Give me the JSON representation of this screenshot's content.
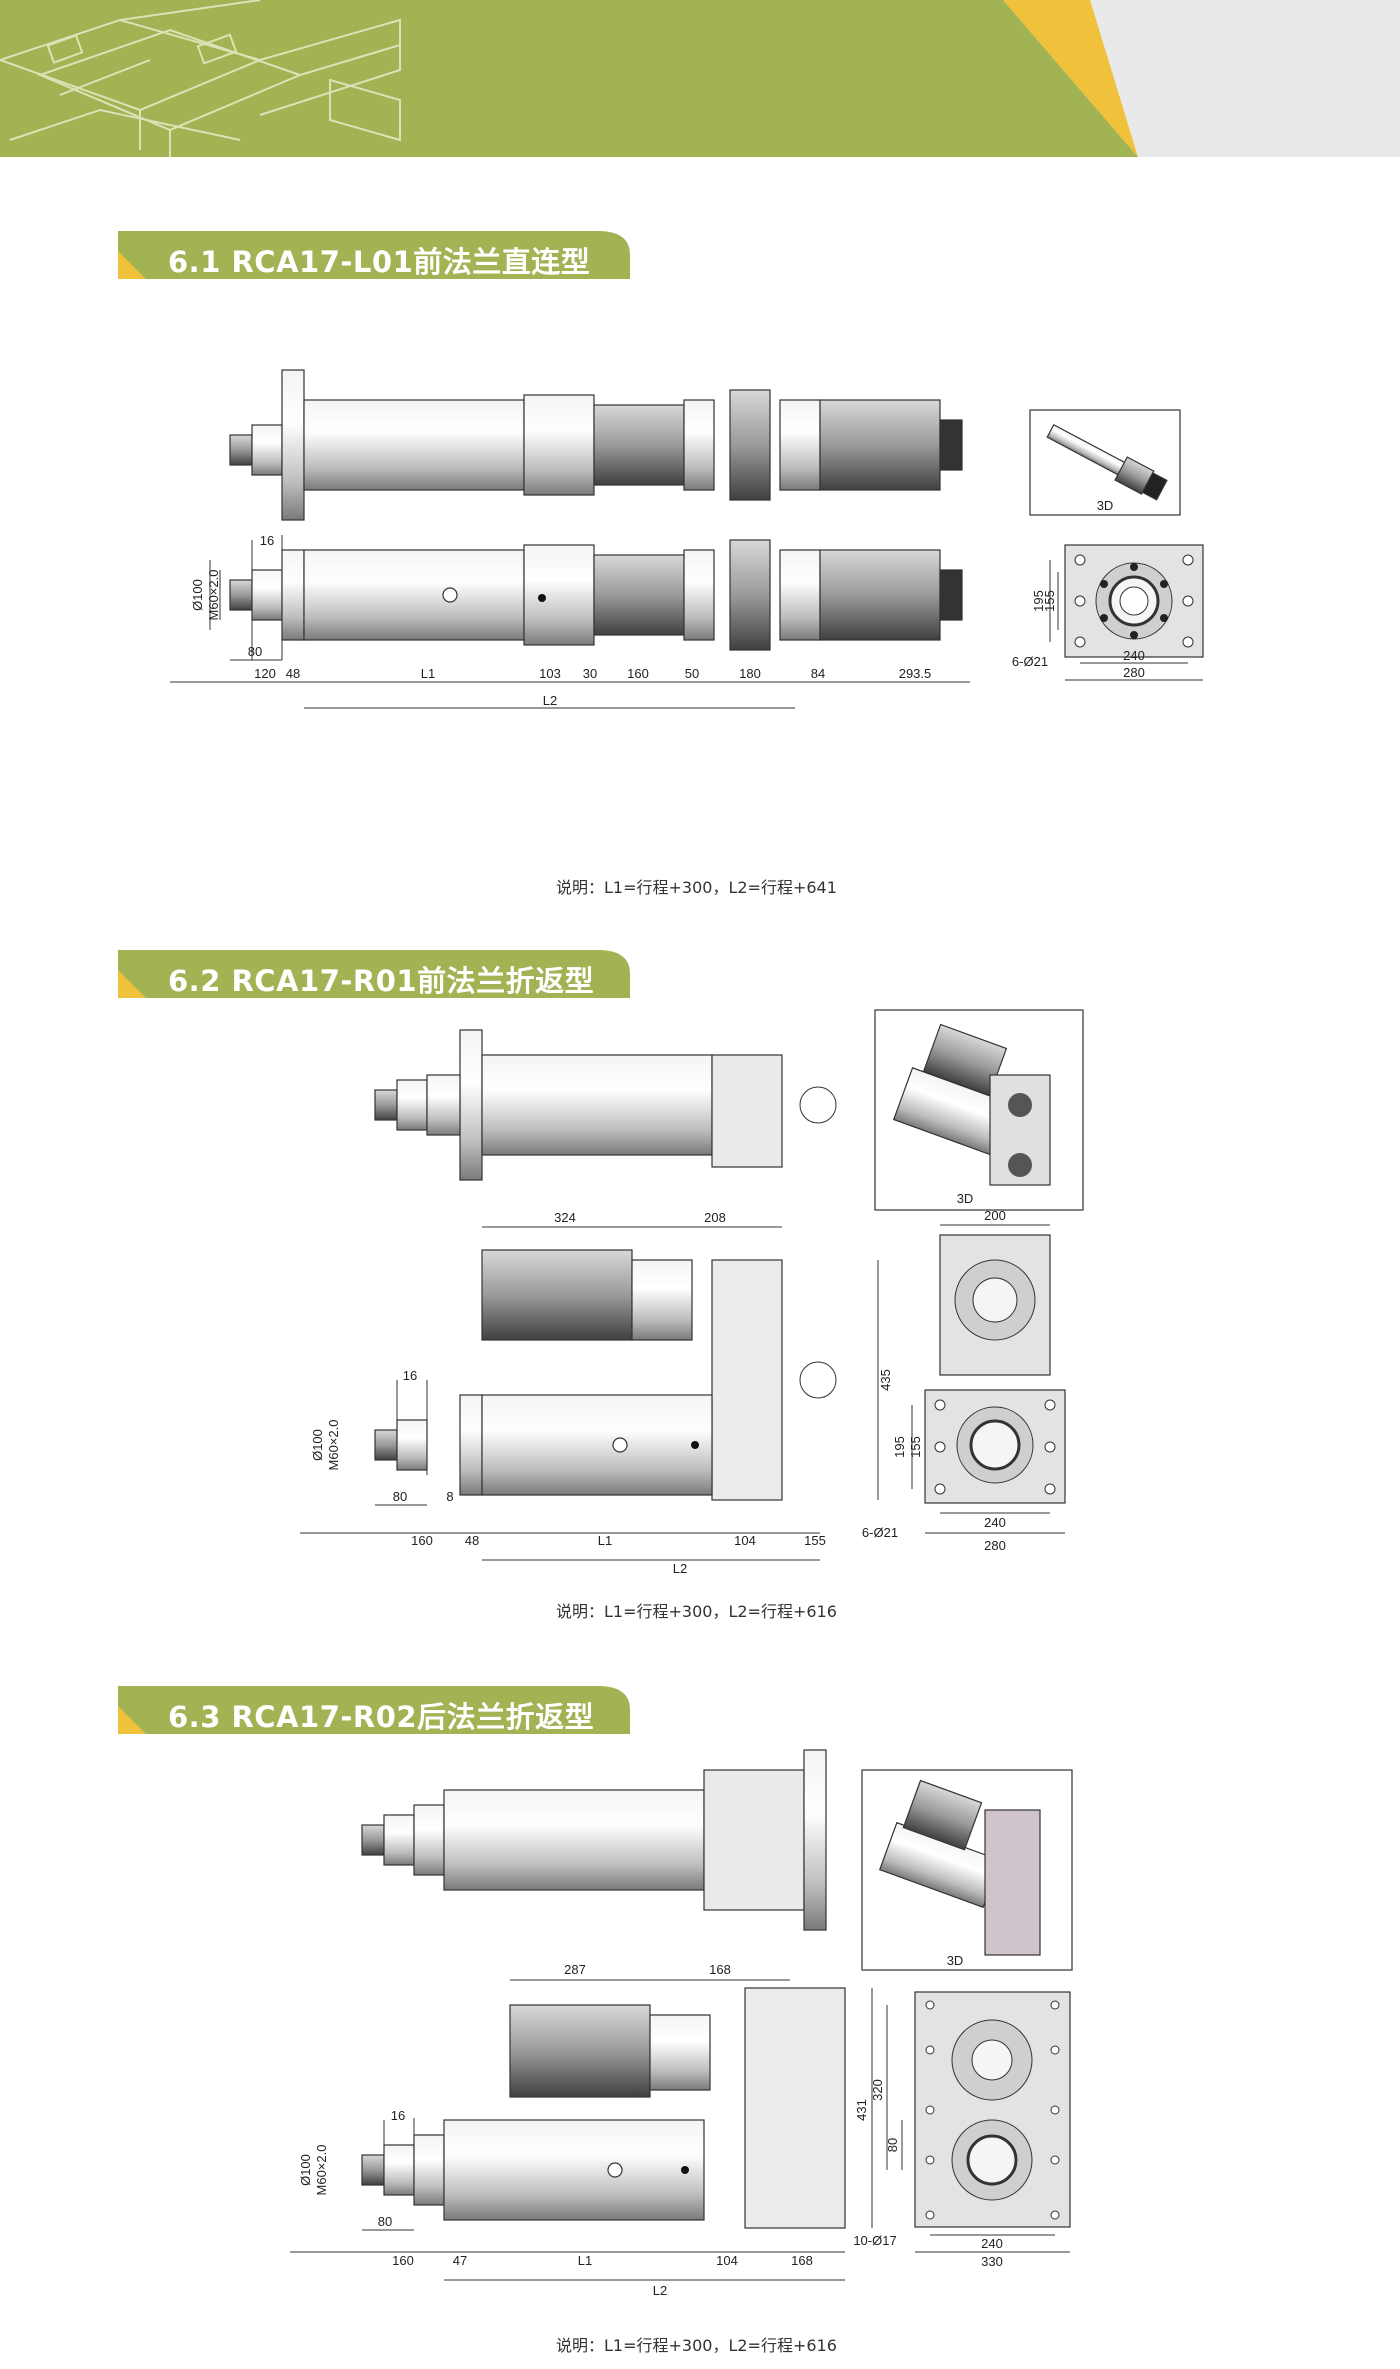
{
  "colors": {
    "olive": "#a2b353",
    "gold": "#f0c13a",
    "grey": "#e9e9ea"
  },
  "sections": [
    {
      "title": "6.1 RCA17-L01前法兰直连型",
      "note": "说明：L1=行程+300，L2=行程+641",
      "dims": {
        "d16": "16",
        "d100": "Ø100",
        "m60": "M60×2.0",
        "d80": "80",
        "row": [
          "120",
          "48",
          "L1",
          "103",
          "30",
          "160",
          "50",
          "180",
          "84",
          "293.5"
        ],
        "l2": "L2",
        "view3d": "3D",
        "h195": "195",
        "h155": "155",
        "holes": "6-Ø21",
        "w240": "240",
        "w280": "280"
      }
    },
    {
      "title": "6.2 RCA17-R01前法兰折返型",
      "note": "说明：L1=行程+300，L2=行程+616",
      "dims": {
        "w324": "324",
        "w208": "208",
        "h435": "435",
        "w200": "200",
        "d16": "16",
        "d100": "Ø100",
        "m60": "M60×2.0",
        "d80": "80",
        "d8": "8",
        "row": [
          "160",
          "48",
          "L1",
          "104",
          "155"
        ],
        "l2": "L2",
        "view3d": "3D",
        "h195": "195",
        "h155": "155",
        "holes": "6-Ø21",
        "w240": "240",
        "w280": "280"
      }
    },
    {
      "title": "6.3 RCA17-R02后法兰折返型",
      "note": "说明：L1=行程+300，L2=行程+616",
      "dims": {
        "w287": "287",
        "w168": "168",
        "h431": "431",
        "h320": "320",
        "h80": "80",
        "d16": "16",
        "d100": "Ø100",
        "m60": "M60×2.0",
        "d80": "80",
        "row": [
          "160",
          "47",
          "L1",
          "104",
          "168"
        ],
        "l2": "L2",
        "view3d": "3D",
        "holes": "10-Ø17",
        "w240": "240",
        "w330": "330"
      }
    }
  ]
}
